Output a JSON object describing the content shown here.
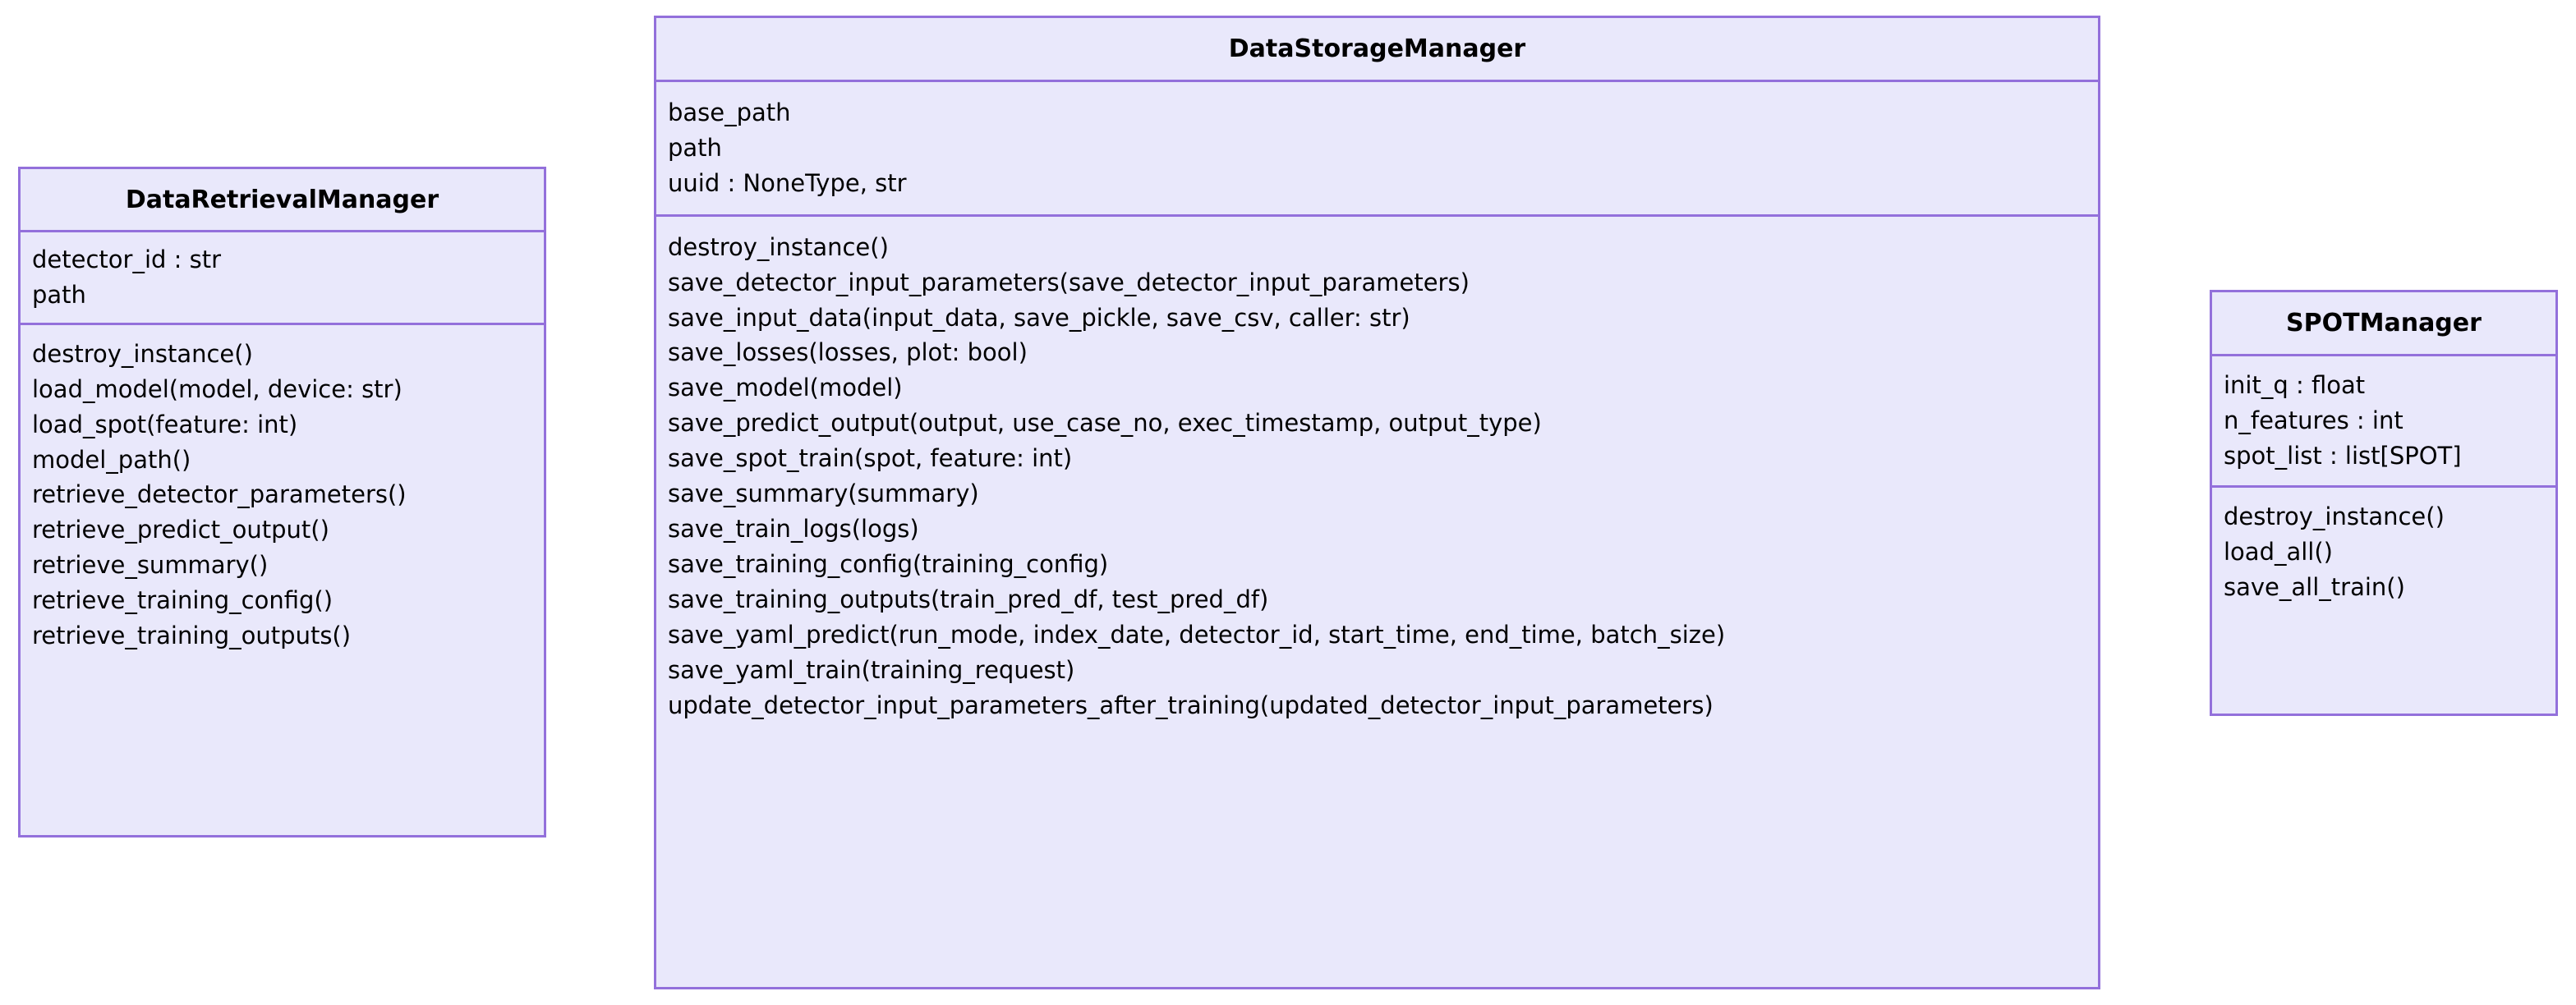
{
  "diagram": {
    "kind": "uml-class-diagram",
    "background_color": "#ffffff",
    "border_color": "#9370db",
    "fill_color": "#e9e8fb",
    "text_color": "#000000"
  },
  "classes": [
    {
      "id": "dataretrievalmanager",
      "name": "DataRetrievalManager",
      "attributes": [
        "detector_id : str",
        "path"
      ],
      "methods": [
        "destroy_instance()",
        "load_model(model, device: str)",
        "load_spot(feature: int)",
        "model_path()",
        "retrieve_detector_parameters()",
        "retrieve_predict_output()",
        "retrieve_summary()",
        "retrieve_training_config()",
        "retrieve_training_outputs()"
      ]
    },
    {
      "id": "datastoragemanager",
      "name": "DataStorageManager",
      "attributes": [
        "base_path",
        "path",
        "uuid : NoneType, str"
      ],
      "methods": [
        "destroy_instance()",
        "save_detector_input_parameters(save_detector_input_parameters)",
        "save_input_data(input_data, save_pickle, save_csv, caller: str)",
        "save_losses(losses, plot: bool)",
        "save_model(model)",
        "save_predict_output(output, use_case_no, exec_timestamp, output_type)",
        "save_spot_train(spot, feature: int)",
        "save_summary(summary)",
        "save_train_logs(logs)",
        "save_training_config(training_config)",
        "save_training_outputs(train_pred_df, test_pred_df)",
        "save_yaml_predict(run_mode, index_date, detector_id, start_time, end_time, batch_size)",
        "save_yaml_train(training_request)",
        "update_detector_input_parameters_after_training(updated_detector_input_parameters)"
      ]
    },
    {
      "id": "spotmanager",
      "name": "SPOTManager",
      "attributes": [
        "init_q : float",
        "n_features : int",
        "spot_list : list[SPOT]"
      ],
      "methods": [
        "destroy_instance()",
        "load_all()",
        "save_all_train()"
      ]
    }
  ]
}
